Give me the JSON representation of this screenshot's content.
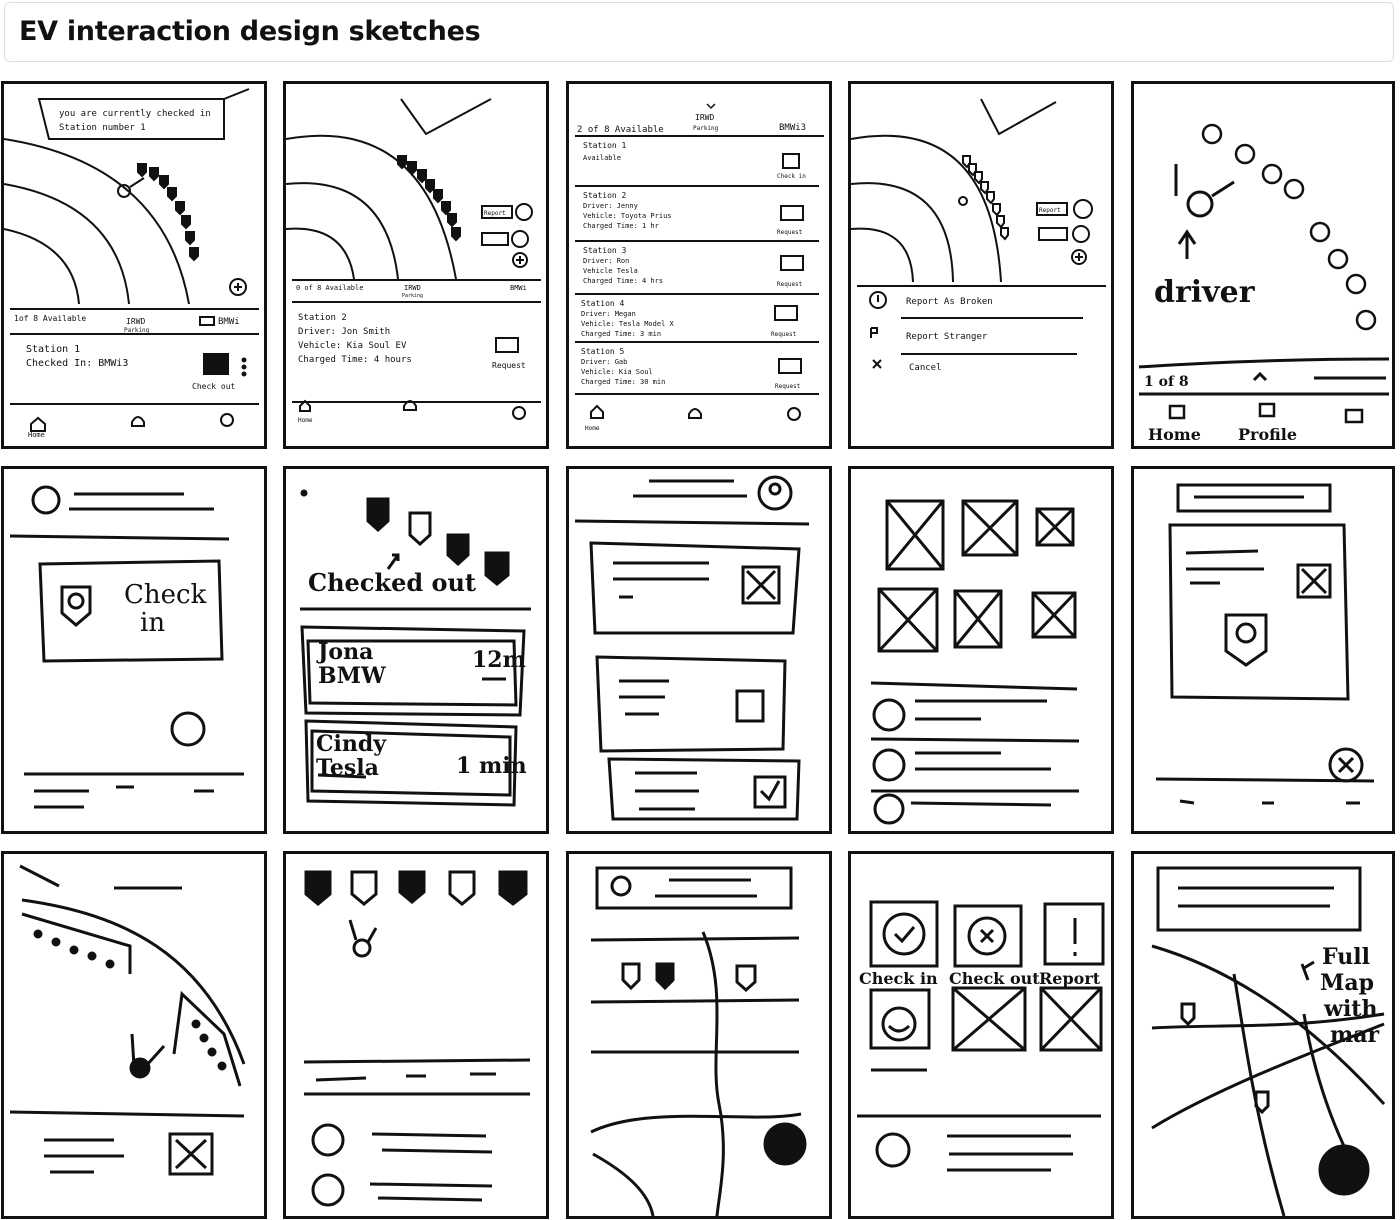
{
  "page": {
    "title": "EV interaction design sketches"
  },
  "s1": {
    "banner_line1": "you are currently checked in",
    "banner_line2": "Station number 1",
    "available": "1of 8 Available",
    "lot_line1": "IRWD",
    "lot_line2": "Parking",
    "car": "BMWi",
    "station": "Station 1",
    "checked_in": "Checked In: BMWi3",
    "check_out": "Check out",
    "home": "Home"
  },
  "s2": {
    "report": "Report",
    "available": "0 of 8 Available",
    "lot_line1": "IRWD",
    "lot_line2": "Parking",
    "car": "BMWi",
    "station": "Station 2",
    "driver": "Driver: Jon Smith",
    "vehicle": "Vehicle: Kia Soul EV",
    "charged": "Charged Time: 4 hours",
    "request": "Request",
    "home": "Home"
  },
  "s3": {
    "available": "2 of 8 Available",
    "lot_line1": "IRWD",
    "lot_line2": "Parking",
    "car": "BMWi3",
    "check_in": "Check in",
    "request": "Request",
    "home": "Home",
    "stations": [
      {
        "name": "Station 1",
        "l1": "Available",
        "l2": "",
        "l3": ""
      },
      {
        "name": "Station 2",
        "l1": "Driver: Jenny",
        "l2": "Vehicle: Toyota Prius",
        "l3": "Charged Time: 1 hr"
      },
      {
        "name": "Station 3",
        "l1": "Driver: Ron",
        "l2": "Vehicle Tesla",
        "l3": "Charged Time: 4 hrs"
      },
      {
        "name": "Station 4",
        "l1": "Driver: Megan",
        "l2": "Vehicle: Tesla Model X",
        "l3": "Charged Time: 3 min"
      },
      {
        "name": "Station 5",
        "l1": "Driver: Gab",
        "l2": "Vehicle: Kia Soul",
        "l3": "Charged Time: 30 min"
      }
    ]
  },
  "s4": {
    "report": "Report",
    "broken": "Report As Broken",
    "stranger": "Report Stranger",
    "cancel": "Cancel"
  },
  "s5": {
    "driver": "driver",
    "count": "1 of 8",
    "home": "Home",
    "profile": "Profile"
  },
  "s6": {
    "check_in_1": "Check",
    "check_in_2": "in"
  },
  "s7": {
    "checked_out": "Checked out",
    "row1_name": "Jona",
    "row1_car": "BMW",
    "row1_time": "12m",
    "row2_name": "Cindy",
    "row2_car": "Tesla",
    "row2_time": "1 min"
  },
  "s14": {
    "check_in": "Check in",
    "check_out": "Check out",
    "report": "Report"
  },
  "s15": {
    "note_1": "Full",
    "note_2": "Map",
    "note_3": "with",
    "note_4": "mar"
  }
}
